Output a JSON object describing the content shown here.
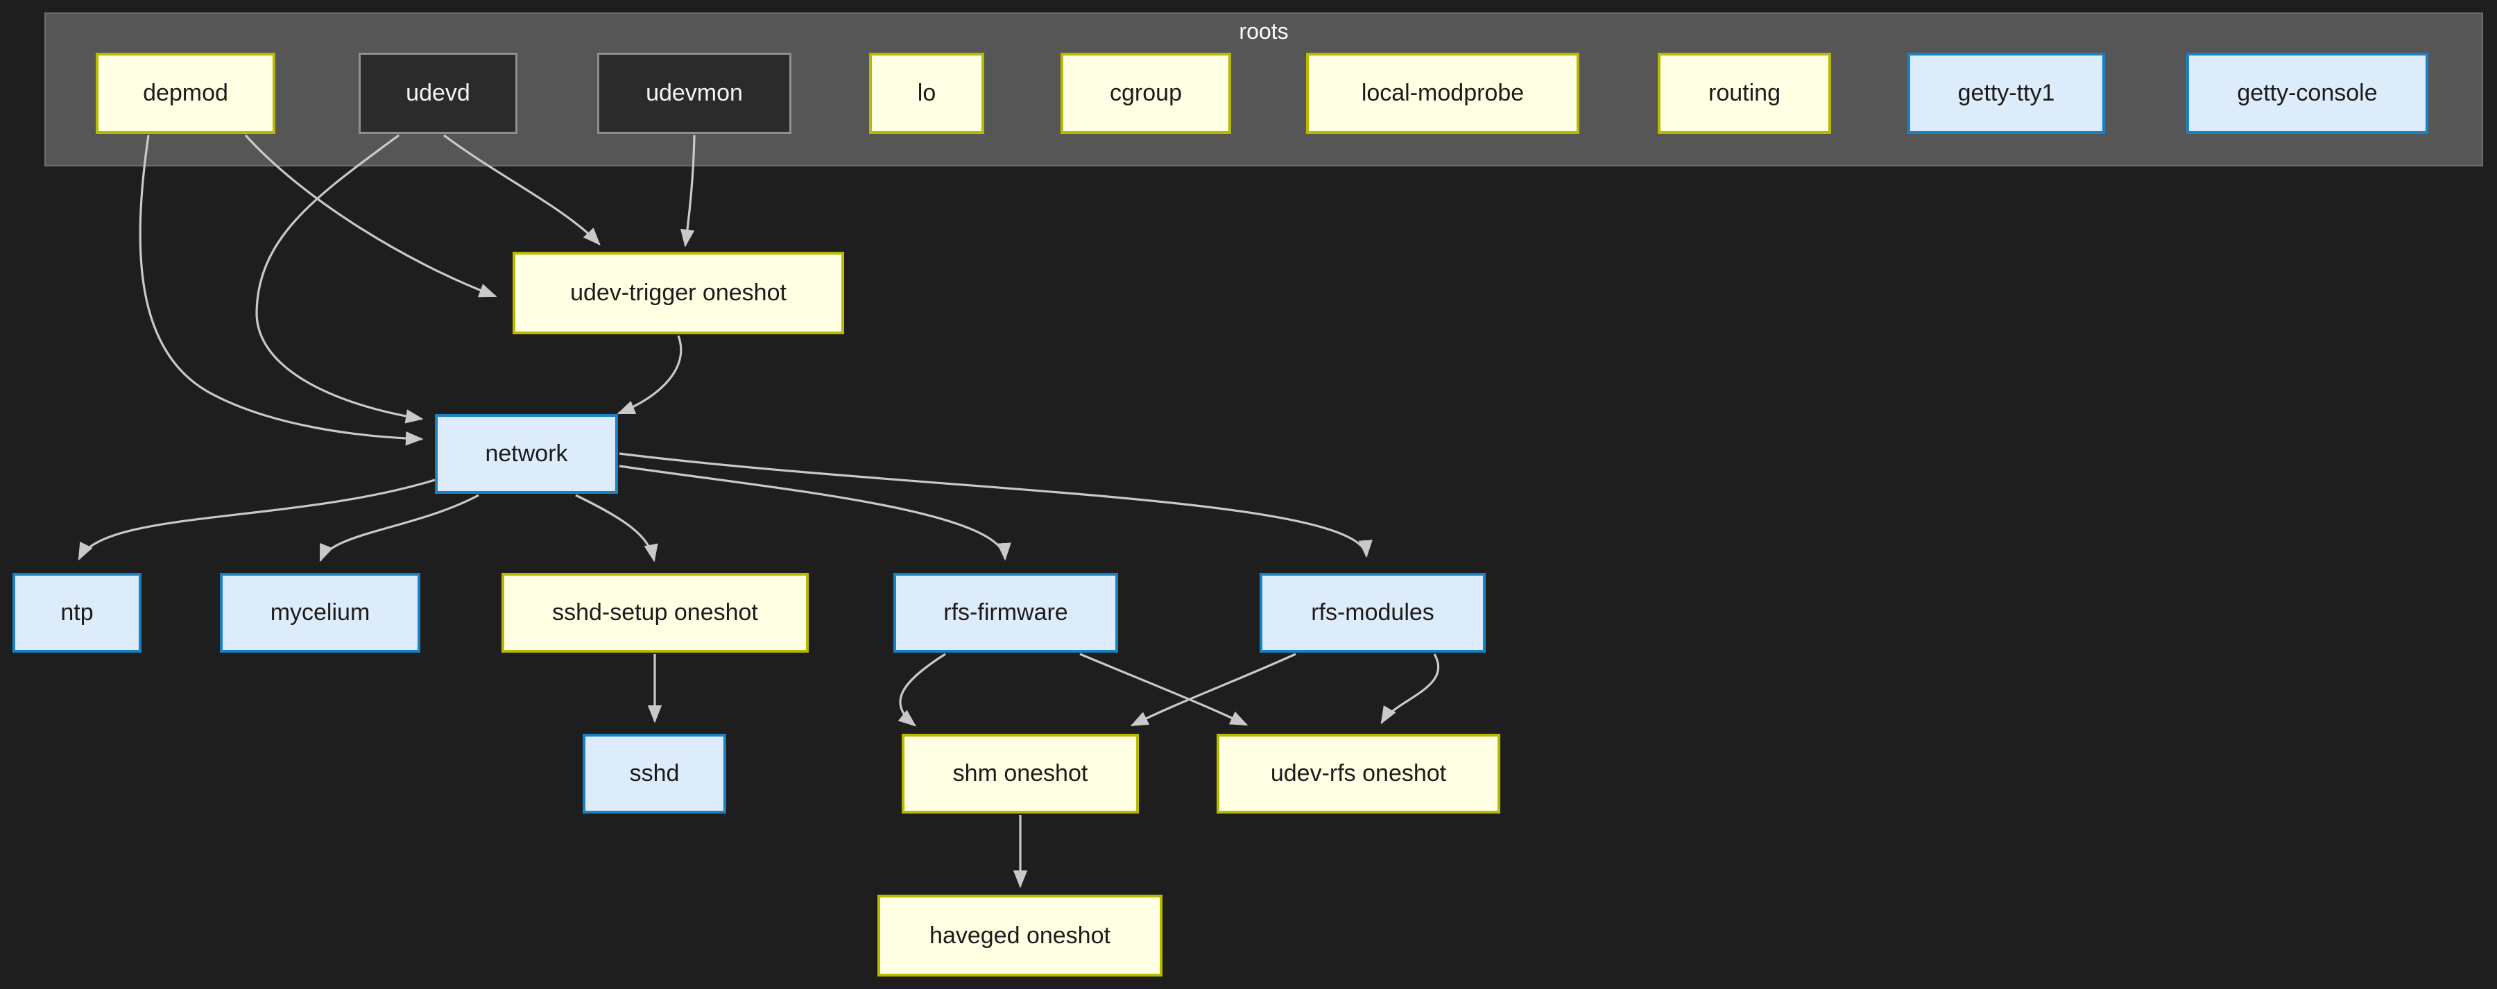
{
  "diagram": {
    "cluster": {
      "label": "roots",
      "members": [
        "depmod",
        "udevd",
        "udevmon",
        "lo",
        "cgroup",
        "local-modprobe",
        "routing",
        "getty-tty1",
        "getty-console"
      ]
    },
    "nodes": {
      "depmod": {
        "label": "depmod",
        "kind": "yellow"
      },
      "udevd": {
        "label": "udevd",
        "kind": "dark"
      },
      "udevmon": {
        "label": "udevmon",
        "kind": "dark"
      },
      "lo": {
        "label": "lo",
        "kind": "yellow"
      },
      "cgroup": {
        "label": "cgroup",
        "kind": "yellow"
      },
      "local-modprobe": {
        "label": "local-modprobe",
        "kind": "yellow"
      },
      "routing": {
        "label": "routing",
        "kind": "yellow"
      },
      "getty-tty1": {
        "label": "getty-tty1",
        "kind": "blue"
      },
      "getty-console": {
        "label": "getty-console",
        "kind": "blue"
      },
      "udev-trigger": {
        "label": "udev-trigger oneshot",
        "kind": "yellow"
      },
      "network": {
        "label": "network",
        "kind": "blue"
      },
      "ntp": {
        "label": "ntp",
        "kind": "blue"
      },
      "mycelium": {
        "label": "mycelium",
        "kind": "blue"
      },
      "sshd-setup": {
        "label": "sshd-setup oneshot",
        "kind": "yellow"
      },
      "rfs-firmware": {
        "label": "rfs-firmware",
        "kind": "blue"
      },
      "rfs-modules": {
        "label": "rfs-modules",
        "kind": "blue"
      },
      "sshd": {
        "label": "sshd",
        "kind": "blue"
      },
      "shm": {
        "label": "shm oneshot",
        "kind": "yellow"
      },
      "udev-rfs": {
        "label": "udev-rfs oneshot",
        "kind": "yellow"
      },
      "haveged": {
        "label": "haveged oneshot",
        "kind": "yellow"
      }
    },
    "edges": [
      {
        "from": "depmod",
        "to": "network"
      },
      {
        "from": "depmod",
        "to": "udev-trigger"
      },
      {
        "from": "udevd",
        "to": "network"
      },
      {
        "from": "udevd",
        "to": "udev-trigger"
      },
      {
        "from": "udevmon",
        "to": "udev-trigger"
      },
      {
        "from": "udev-trigger",
        "to": "network"
      },
      {
        "from": "network",
        "to": "ntp"
      },
      {
        "from": "network",
        "to": "mycelium"
      },
      {
        "from": "network",
        "to": "sshd-setup"
      },
      {
        "from": "network",
        "to": "rfs-firmware"
      },
      {
        "from": "network",
        "to": "rfs-modules"
      },
      {
        "from": "sshd-setup",
        "to": "sshd"
      },
      {
        "from": "rfs-firmware",
        "to": "shm"
      },
      {
        "from": "rfs-firmware",
        "to": "udev-rfs"
      },
      {
        "from": "rfs-modules",
        "to": "shm"
      },
      {
        "from": "rfs-modules",
        "to": "udev-rfs"
      },
      {
        "from": "shm",
        "to": "haveged"
      }
    ]
  },
  "colors": {
    "background": "#1e1e1e",
    "cluster_fill": "#565656",
    "cluster_border": "#6e6e6e",
    "cluster_label_text": "#ffffff",
    "yellow_fill": "#ffffe3",
    "yellow_border": "#b8b900",
    "blue_fill": "#dcecfb",
    "blue_border": "#1981c4",
    "dark_fill": "#2b2b2b",
    "dark_border": "#8f8f8f",
    "edge": "#c9c9c9",
    "label_on_light": "#1b1b1b",
    "label_on_dark": "#f5f5f5"
  }
}
